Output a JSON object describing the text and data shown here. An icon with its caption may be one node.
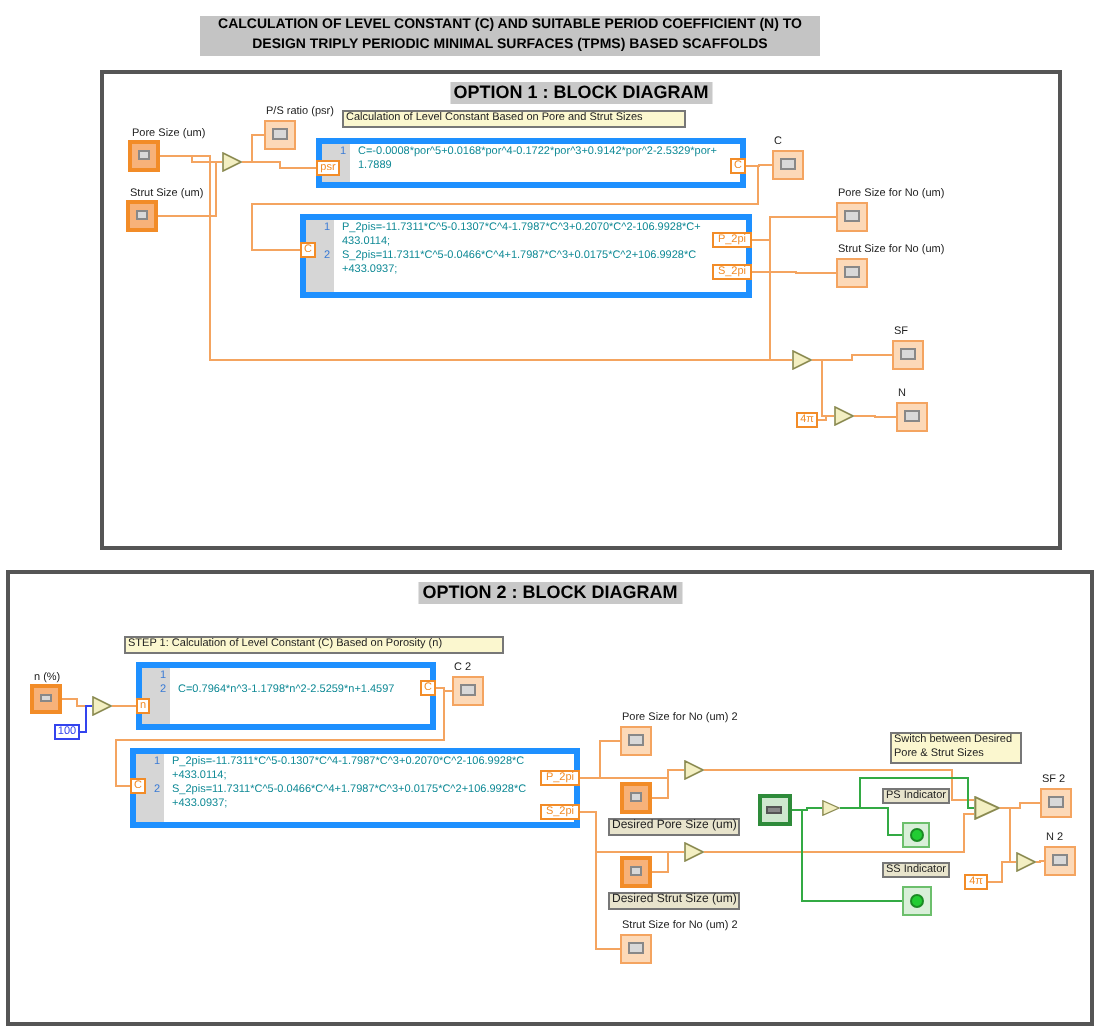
{
  "diagram": {
    "title": "CALCULATION OF LEVEL CONSTANT (C) AND SUITABLE PERIOD COEFFICIENT (N) TO DESIGN TRIPLY PERIODIC MINIMAL SURFACES (TPMS) BASED SCAFFOLDS",
    "nodes": [
      {
        "text": [
          "OPTION 1  : BLOCK DIAGRAM"
        ]
      },
      {
        "text": [
          "Pore Size (um)"
        ],
        "in": 0
      },
      {
        "text": [
          "Strut Size (um)"
        ],
        "in": 0
      },
      {
        "text": [],
        "shape": "triangle",
        "in": 0
      },
      {
        "text": [
          "P/S ratio (psr)"
        ],
        "in": 0
      },
      {
        "text": [
          "Calculation of Level Constant Based on Pore and Strut Sizes"
        ],
        "in": 0
      },
      {
        "text": [
          "1",
          "C=-0.0008*por^5+0.0168*por^4-0.1722*por^3+0.9142*por^2-2.5329*por+1.7889"
        ],
        "in": 0
      },
      {
        "text": [
          "psr"
        ],
        "in": 6
      },
      {
        "text": [
          "C"
        ],
        "in": 6
      },
      {
        "text": [
          "C"
        ],
        "in": 0
      },
      {
        "text": [
          "1",
          "P_2pis=-11.7311*C^5-0.1307*C^4-1.7987*C^3+0.2070*C^2-106.9928*C+433.0114;",
          "2",
          "S_2pis=11.7311*C^5-0.0466*C^4+1.7987*C^3+0.0175*C^2+106.9928*C+433.0937;"
        ],
        "in": 0
      },
      {
        "text": [
          "C"
        ],
        "in": 10
      },
      {
        "text": [
          "P_2pi"
        ],
        "in": 10
      },
      {
        "text": [
          "S_2pi"
        ],
        "in": 10
      },
      {
        "text": [
          "Pore Size for No (um)"
        ],
        "in": 0
      },
      {
        "text": [
          "Strut Size for No (um)"
        ],
        "in": 0
      },
      {
        "text": [],
        "shape": "triangle",
        "in": 0
      },
      {
        "text": [
          "SF"
        ],
        "in": 0
      },
      {
        "text": [
          "4π"
        ],
        "in": 0
      },
      {
        "text": [],
        "shape": "triangle",
        "in": 0
      },
      {
        "text": [
          "N"
        ],
        "in": 0
      },
      {
        "text": [
          "OPTION 2  : BLOCK DIAGRAM"
        ]
      },
      {
        "text": [
          "STEP 1: Calculation of Level Constant (C) Based on Porosity (n)"
        ],
        "in": 21
      },
      {
        "text": [
          "n (%)"
        ],
        "in": 21
      },
      {
        "text": [
          "100"
        ],
        "in": 21
      },
      {
        "text": [],
        "shape": "triangle",
        "in": 21
      },
      {
        "text": [
          "1",
          "2",
          "C=0.7964*n^3-1.1798*n^2-2.5259*n+1.4597"
        ],
        "in": 21
      },
      {
        "text": [
          "n"
        ],
        "in": 26
      },
      {
        "text": [
          "C"
        ],
        "in": 26
      },
      {
        "text": [
          "C 2"
        ],
        "in": 21
      },
      {
        "text": [
          "1",
          "P_2pis=-11.7311*C^5-0.1307*C^4-1.7987*C^3+0.2070*C^2-106.9928*C+433.0114;",
          "2",
          "S_2pis=11.7311*C^5-0.0466*C^4+1.7987*C^3+0.0175*C^2+106.9928*C+433.0937;"
        ],
        "in": 21
      },
      {
        "text": [
          "C"
        ],
        "in": 30
      },
      {
        "text": [
          "P_2pi"
        ],
        "in": 30
      },
      {
        "text": [
          "S_2pi"
        ],
        "in": 30
      },
      {
        "text": [
          "Pore Size for No (um) 2"
        ],
        "in": 21
      },
      {
        "text": [
          "Desired Pore Size (um)"
        ],
        "in": 21
      },
      {
        "text": [
          "Desired Strut Size (um)"
        ],
        "in": 21
      },
      {
        "text": [
          "Strut Size for No (um) 2"
        ],
        "in": 21
      },
      {
        "text": [],
        "shape": "triangle",
        "in": 21
      },
      {
        "text": [],
        "shape": "triangle",
        "in": 21
      },
      {
        "text": [],
        "shape": "box",
        "in": 21
      },
      {
        "text": [],
        "shape": "triangle",
        "in": 21
      },
      {
        "text": [
          "Switch between Desired Pore & Strut Sizes"
        ],
        "in": 21
      },
      {
        "text": [
          "PS Indicator"
        ],
        "in": 21
      },
      {
        "text": [
          "SS Indicator"
        ],
        "in": 21
      },
      {
        "text": [],
        "shape": "triangle",
        "in": 21
      },
      {
        "text": [
          "SF 2"
        ],
        "in": 21
      },
      {
        "text": [
          "4π"
        ],
        "in": 21
      },
      {
        "text": [],
        "shape": "triangle",
        "in": 21
      },
      {
        "text": [
          "N 2"
        ],
        "in": 21
      }
    ],
    "edges": [
      {
        "from": 1,
        "to": 3,
        "arrow": "none"
      },
      {
        "from": 2,
        "to": 3,
        "arrow": "none"
      },
      {
        "from": 3,
        "to": 4,
        "arrow": "none"
      },
      {
        "from": 3,
        "to": 7,
        "arrow": "none"
      },
      {
        "from": 8,
        "to": 9,
        "arrow": "none"
      },
      {
        "from": 8,
        "to": 11,
        "arrow": "none"
      },
      {
        "from": 12,
        "to": 14,
        "arrow": "none"
      },
      {
        "from": 13,
        "to": 15,
        "arrow": "none"
      },
      {
        "from": 12,
        "to": 16,
        "arrow": "none"
      },
      {
        "from": 1,
        "to": 16,
        "arrow": "none"
      },
      {
        "from": 16,
        "to": 17,
        "arrow": "none"
      },
      {
        "from": 16,
        "to": 19,
        "arrow": "none"
      },
      {
        "from": 18,
        "to": 19,
        "arrow": "none"
      },
      {
        "from": 19,
        "to": 20,
        "arrow": "none"
      },
      {
        "from": 23,
        "to": 25,
        "arrow": "none"
      },
      {
        "from": 24,
        "to": 25,
        "arrow": "none",
        "color": "#3344ee"
      },
      {
        "from": 25,
        "to": 27,
        "arrow": "none"
      },
      {
        "from": 28,
        "to": 29,
        "arrow": "none"
      },
      {
        "from": 28,
        "to": 31,
        "arrow": "none"
      },
      {
        "from": 32,
        "to": 34,
        "arrow": "none"
      },
      {
        "from": 32,
        "to": 38,
        "arrow": "none"
      },
      {
        "from": 35,
        "to": 38,
        "arrow": "none"
      },
      {
        "from": 33,
        "to": 39,
        "arrow": "none"
      },
      {
        "from": 33,
        "to": 37,
        "arrow": "none"
      },
      {
        "from": 36,
        "to": 39,
        "arrow": "none"
      },
      {
        "from": 38,
        "to": 45,
        "arrow": "none"
      },
      {
        "from": 39,
        "to": 45,
        "arrow": "none"
      },
      {
        "from": 40,
        "to": 41,
        "arrow": "none",
        "color": "#33aa44"
      },
      {
        "from": 41,
        "to": 43,
        "arrow": "none",
        "color": "#33aa44"
      },
      {
        "from": 40,
        "to": 44,
        "arrow": "none",
        "color": "#33aa44"
      },
      {
        "from": 41,
        "to": 45,
        "arrow": "none",
        "color": "#33aa44"
      },
      {
        "from": 45,
        "to": 46,
        "arrow": "none"
      },
      {
        "from": 45,
        "to": 48,
        "arrow": "none"
      },
      {
        "from": 47,
        "to": 48,
        "arrow": "none"
      },
      {
        "from": 48,
        "to": 49,
        "arrow": "none"
      }
    ]
  }
}
